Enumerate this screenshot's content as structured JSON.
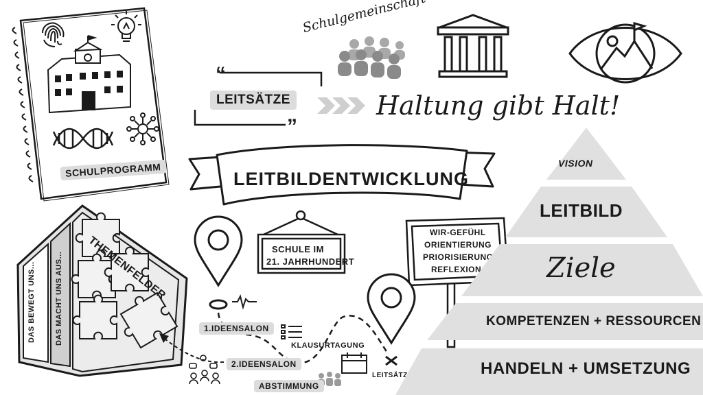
{
  "notebook": {
    "label": "Schulprogramm"
  },
  "leitsaetze": {
    "label": "Leitsätze",
    "open_quote": "“",
    "close_quote": "”"
  },
  "schulgemeinschaft": {
    "label": "Schulgemeinschaft"
  },
  "haltung": {
    "text": "Haltung gibt Halt!"
  },
  "banner": {
    "title": "Leitbildentwicklung"
  },
  "hanging_sign": {
    "line1": "Schule im",
    "line2": "21. Jahrhundert"
  },
  "post_sign": {
    "items": [
      "Wir-Gefühl",
      "Orientierung",
      "Priorisierung",
      "Reflexion"
    ]
  },
  "themenfelder": {
    "title": "Themenfelder",
    "panel1": "Das bewegt uns...",
    "panel2": "Das macht uns aus..."
  },
  "journey": {
    "steps": [
      "1.Ideensalon",
      "2.Ideensalon",
      "Abstimmung",
      "Klausurtagung",
      "Leitsätze"
    ]
  },
  "pyramid": {
    "levels": [
      "Vision",
      "Leitbild",
      "Ziele",
      "Kompetenzen + Ressourcen",
      "Handeln + Umsetzung"
    ],
    "fill_color": "#e0e0e0"
  },
  "icons": [
    "fingerprint-icon",
    "lightbulb-icon",
    "school-building-icon",
    "dna-icon",
    "network-icon",
    "people-group-icon",
    "temple-icon",
    "eye-mountain-icon",
    "location-pin-icon",
    "heartbeat-icon",
    "puzzle-icon",
    "chat-people-icon",
    "calendar-icon",
    "checklist-icon"
  ]
}
